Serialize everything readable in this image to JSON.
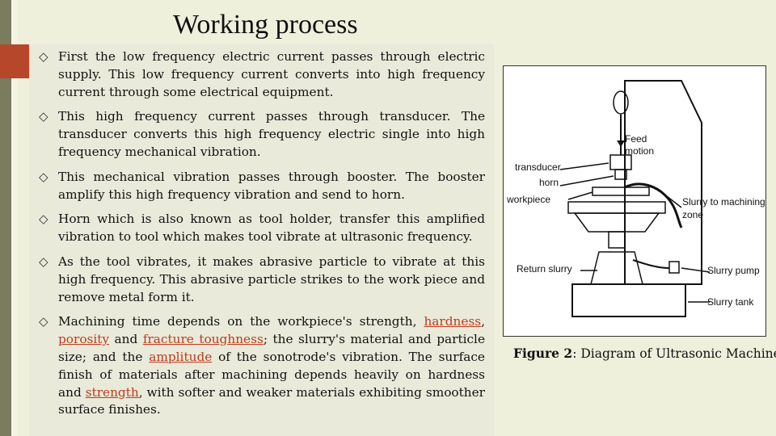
{
  "slide": {
    "title": "Working process"
  },
  "bullets": [
    {
      "text": "First the low frequency electric current passes through electric supply. This low frequency current converts into high frequency current through some electrical equipment."
    },
    {
      "text": "This high frequency current passes through transducer. The transducer converts this high frequency electric single into high frequency mechanical vibration."
    },
    {
      "text": "This mechanical vibration passes through booster. The booster amplify this high frequency vibration and send to horn."
    },
    {
      "text": "Horn which is also known as tool holder, transfer this amplified vibration to tool which makes tool vibrate at ultrasonic frequency."
    },
    {
      "text": "As the tool vibrates, it makes abrasive particle to vibrate at this high frequency. This abrasive particle strikes to the work piece and remove metal form it."
    }
  ],
  "bullet6": {
    "t1": "Machining time depends on the workpiece's strength, ",
    "l1": "hardness",
    "t2": ", ",
    "l2": "porosity",
    "t3": " and ",
    "l3": "fracture toughness",
    "t4": "; the slurry's material and particle size; and the ",
    "l4": "amplitude",
    "t5": " of the sonotrode's vibration. The surface finish of materials after machining depends heavily on hardness and ",
    "l5": "strength",
    "t6": ", with softer and weaker materials exhibiting smoother surface finishes."
  },
  "figure": {
    "labels": {
      "feed1": "Feed",
      "feed2": "motion",
      "transducer": "transducer",
      "horn": "horn",
      "workpiece": "workpiece",
      "slurry_zone1": "Slurry to machining",
      "slurry_zone2": "zone",
      "return_slurry": "Return slurry",
      "slurry_pump": "Slurry pump",
      "slurry_tank": "Slurry tank"
    },
    "caption_bold": "Figure 2",
    "caption_text": ": Diagram of Ultrasonic Machine"
  },
  "colors": {
    "accent": "#b7472a",
    "link": "#c0391b",
    "background": "#eef0dc"
  }
}
